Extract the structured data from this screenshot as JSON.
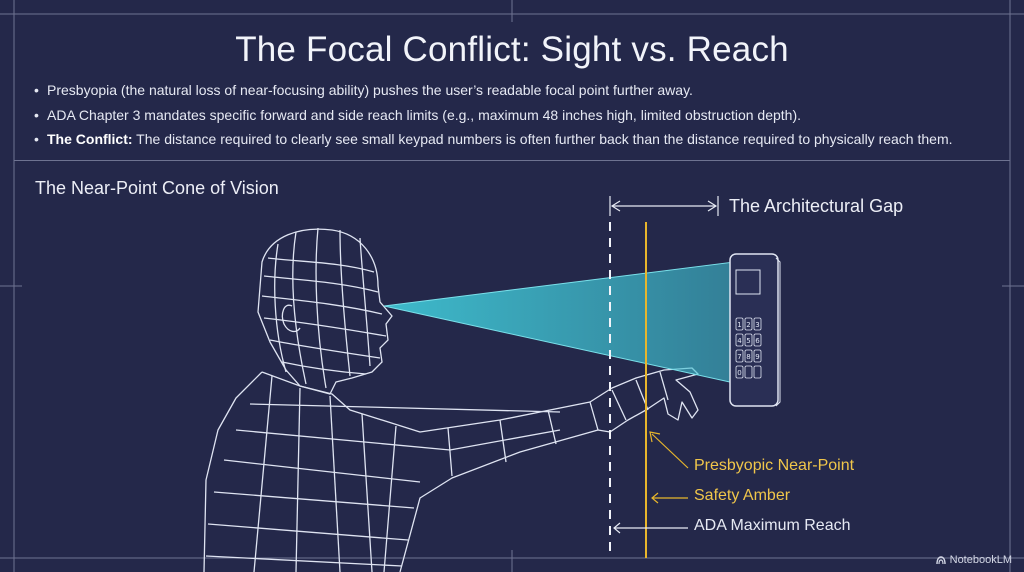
{
  "title": "The Focal Conflict: Sight vs. Reach",
  "bullets": [
    {
      "text": "Presbyopia (the natural loss of near-focusing ability) pushes the user’s readable focal point further away."
    },
    {
      "text": "ADA Chapter 3 mandates specific forward and side reach limits (e.g., maximum 48 inches high, limited obstruction depth)."
    },
    {
      "bold": "The Conflict:",
      "text": " The distance required to clearly see small keypad numbers is often further back than the distance required to physically reach them."
    }
  ],
  "diagram": {
    "cone_title": "The Near-Point Cone of Vision",
    "gap_label": "The Architectural Gap",
    "legend": {
      "near_point": "Presbyopic Near-Point",
      "safety_amber": "Safety Amber",
      "ada_reach": "ADA Maximum Reach"
    },
    "keypad_keys": [
      "1",
      "2",
      "3",
      "4",
      "5",
      "6",
      "7",
      "8",
      "9",
      "0",
      "",
      ""
    ]
  },
  "colors": {
    "background": "#24284a",
    "grid_line": "#6e7391",
    "wireframe": "#dfe4f2",
    "cone": "#3fc2d2",
    "amber": "#e8b62c",
    "text": "#e8ebf5"
  },
  "badge": {
    "label": "NotebookLM",
    "icon": "notebooklm-icon"
  }
}
